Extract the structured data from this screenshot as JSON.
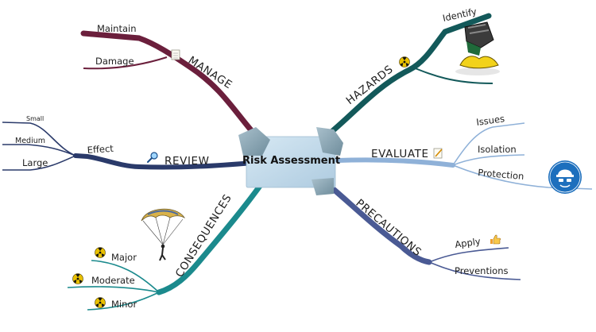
{
  "center": {
    "label": "Risk Assessment"
  },
  "branches": {
    "manage": {
      "label": "MANAGE",
      "color": "#6b1f3c",
      "children": [
        "Maintain",
        "Damage"
      ]
    },
    "hazards": {
      "label": "HAZARDS",
      "color": "#13595a",
      "children": [
        "Identify"
      ]
    },
    "review": {
      "label": "REVIEW",
      "color": "#2a3a6a",
      "children": [
        "Effect"
      ],
      "grandchildren": [
        "Small",
        "Medium",
        "Large"
      ]
    },
    "evaluate": {
      "label": "EVALUATE",
      "color": "#8fb1d8",
      "children": [
        "Issues",
        "Isolation",
        "Protection"
      ]
    },
    "consequences": {
      "label": "CONSEQUENCES",
      "color": "#1b8a8d",
      "children": [
        "Major",
        "Moderate",
        "Minor"
      ]
    },
    "precautions": {
      "label": "PRECAUTIONS",
      "color": "#4a5a94",
      "children": [
        "Apply",
        "Preventions"
      ]
    }
  },
  "icons": [
    "notepad-icon",
    "radiation-icon",
    "magnifier-icon",
    "pencil-note-icon",
    "helmet-sign-icon",
    "thumbs-up-icon",
    "boot-icon",
    "parachutist-icon"
  ]
}
